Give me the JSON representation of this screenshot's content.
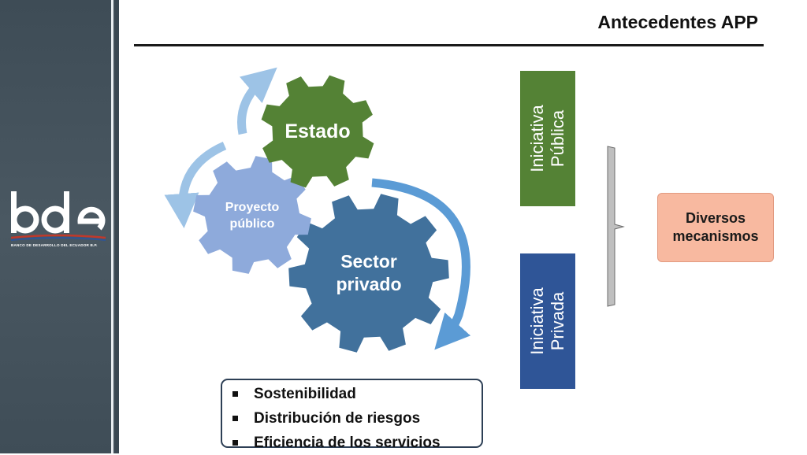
{
  "title": "Antecedentes APP",
  "logo": {
    "wordmark": "bde",
    "tagline": "BANCO DE DESARROLLO DEL ECUADOR B.P."
  },
  "colors": {
    "sidebar": "#44525c",
    "gear_estado": "#548235",
    "gear_proyecto": "#8eaadb",
    "gear_sector": "#41719c",
    "arrow_light": "#9dc3e6",
    "arrow_dark": "#5b9bd5",
    "box_publica": "#548235",
    "box_privada": "#2f5597",
    "box_mecanismos": "#f8b9a0"
  },
  "gears": {
    "estado": "Estado",
    "proyecto_line1": "Proyecto",
    "proyecto_line2": "público",
    "sector_line1": "Sector",
    "sector_line2": "privado"
  },
  "initiatives": {
    "publica_line1": "Iniciativa",
    "publica_line2": "Pública",
    "privada_line1": "Iniciativa",
    "privada_line2": "Privada"
  },
  "mecanismos": {
    "line1": "Diversos",
    "line2": "mecanismos"
  },
  "benefits": [
    "Sostenibilidad",
    "Distribución de riesgos",
    "Eficiencia de los servicios"
  ]
}
